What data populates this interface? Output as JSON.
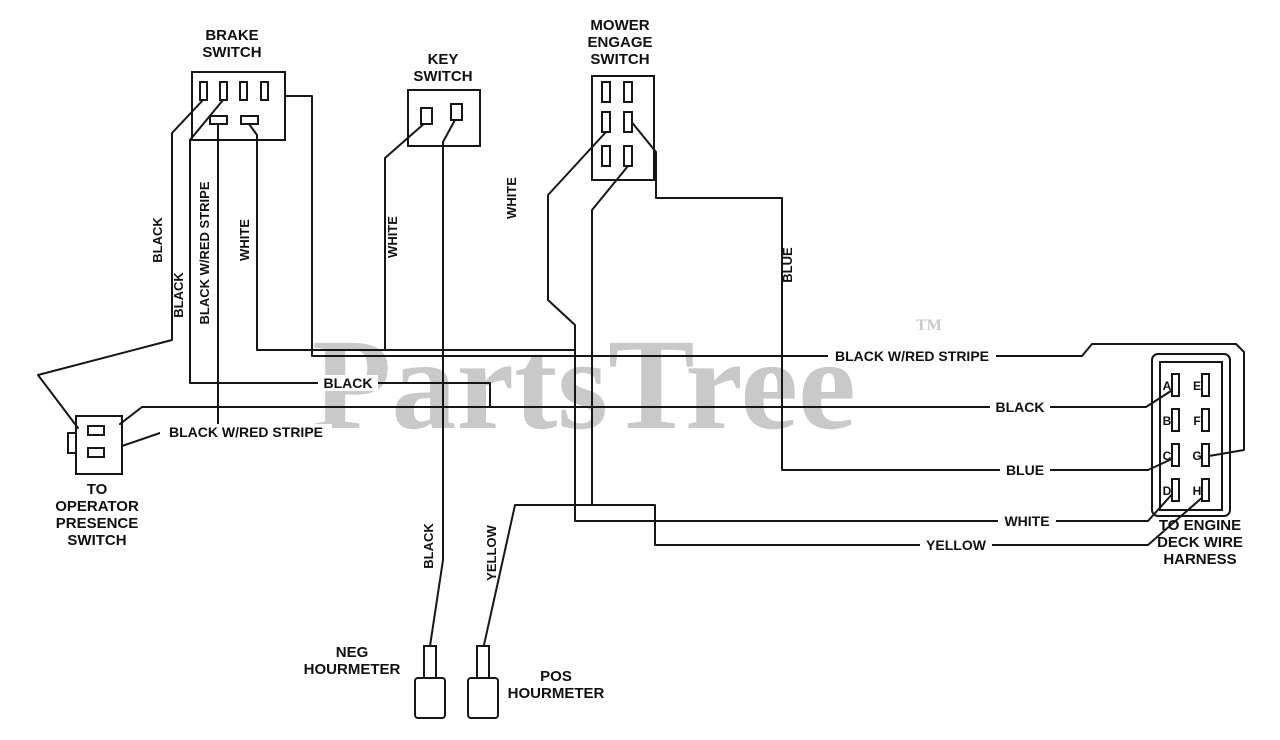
{
  "watermark": {
    "name": "PartsTree",
    "tm": "TM"
  },
  "labels": {
    "brake": [
      "BRAKE",
      "SWITCH"
    ],
    "key": [
      "KEY",
      "SWITCH"
    ],
    "mower": [
      "MOWER",
      "ENGAGE",
      "SWITCH"
    ],
    "operator": [
      "TO",
      "OPERATOR",
      "PRESENCE",
      "SWITCH"
    ],
    "engine": [
      "TO ENGINE",
      "DECK WIRE",
      "HARNESS"
    ],
    "neg": [
      "NEG",
      "HOURMETER"
    ],
    "pos": [
      "POS",
      "HOURMETER"
    ]
  },
  "wires": {
    "v_black1": "BLACK",
    "v_black2": "BLACK",
    "v_stripe": "BLACK W/RED STRIPE",
    "v_white_brake": "WHITE",
    "v_white_key": "WHITE",
    "v_white_mower": "WHITE",
    "v_blue": "BLUE",
    "v_black_neg": "BLACK",
    "v_yellow_pos": "YELLOW",
    "h_stripe_right": "BLACK W/RED STRIPE",
    "h_black_mid": "BLACK",
    "h_stripe_left": "BLACK W/RED STRIPE",
    "h_black": "BLACK",
    "h_blue": "BLUE",
    "h_white": "WHITE",
    "h_yellow": "YELLOW"
  },
  "pins": {
    "a": "A",
    "b": "B",
    "c": "C",
    "d": "D",
    "e": "E",
    "f": "F",
    "g": "G",
    "h": "H"
  },
  "line_color": "#161616",
  "watermark_color": "#c9c9c9"
}
